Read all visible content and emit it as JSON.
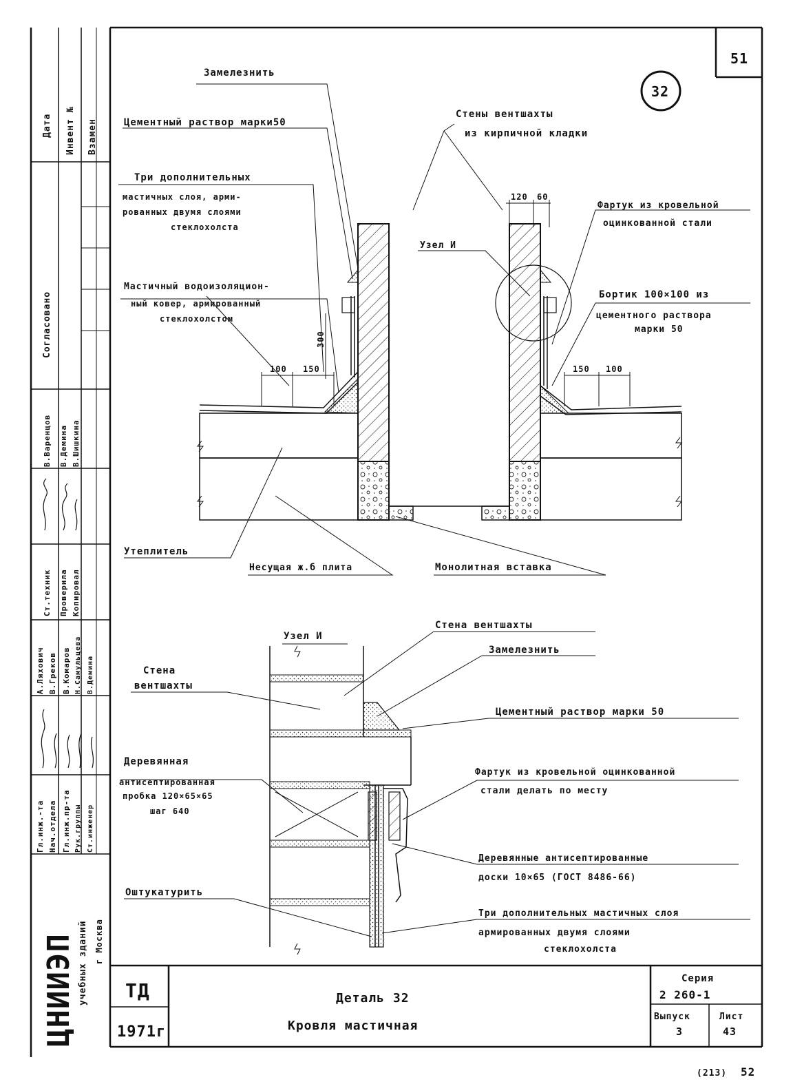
{
  "sheet": {
    "page_number": "51",
    "detail_circle": "32",
    "footer_left": "(213)",
    "footer_right": "52"
  },
  "title_block": {
    "td": "ТД",
    "year": "1971г",
    "title_line1": "Деталь 32",
    "title_line2": "Кровля мастичная",
    "series_label": "Серия",
    "series_value": "2 260-1",
    "issue_label": "Выпуск",
    "issue_value": "3",
    "sheet_label": "Лист",
    "sheet_value": "43"
  },
  "side_block": {
    "org_big": "ЦНИИЭП",
    "org_sub1": "учебных зданий",
    "org_sub2": "г Москва",
    "header_cols": [
      "Дата",
      "Инвент №",
      "Взамен"
    ],
    "agreed": "Согласовано",
    "roles": [
      "Гл.инж.-та",
      "Нач.отдела",
      "Гл.инж.пр-та",
      "Рук.группы",
      "Ст.инженер",
      "Ст.техник",
      "Проверила",
      "Копировал"
    ],
    "names": [
      "А.Ляхович",
      "В.Греков",
      "В.Комаров",
      "Н.Самульцева",
      "В.Демина",
      "В.Варенцов",
      "В.Демина",
      "В.Шишкина"
    ]
  },
  "main_view": {
    "label_zamelezn": "Замелезнить",
    "label_cement_top": "Цементный раствор марки50",
    "label_three_layers": [
      "Три дополнительных",
      "мастичных слоя, арми-",
      "рованных двумя слоями",
      "стеклохолста"
    ],
    "label_carpet": [
      "Мастичный водоизоляцион-",
      "ный ковер, армированный",
      "стеклохолстом"
    ],
    "label_walls": [
      "Стены вентшахты",
      "из кирпичной кладки"
    ],
    "label_node": "Узел И",
    "label_apron": [
      "Фартук из кровельной",
      "оцинкованной стали"
    ],
    "label_border": [
      "Бортик 100×100 из",
      "цементного раствора",
      "марки 50"
    ],
    "label_insulation": "Утеплитель",
    "label_slab": "Несущая ж.б плита",
    "label_monolith": "Монолитная вставка",
    "dims_left": [
      "100",
      "150",
      "300"
    ],
    "dims_right": [
      "150",
      "100"
    ],
    "dims_top": [
      "120",
      "60"
    ]
  },
  "node_view": {
    "title": "Узел И",
    "label_wall_vent": "Стена вентшахты",
    "label_zamelezn": "Замелезнить",
    "label_wall": [
      "Стена",
      "вентшахты"
    ],
    "label_cement": "Цементный раствор марки 50",
    "label_wood_plug": [
      "Деревянная",
      "антисептированная",
      "пробка 120×65×65",
      "шаг 640"
    ],
    "label_apron": [
      "Фартук из кровельной оцинкованной",
      "стали делать по месту"
    ],
    "label_boards": [
      "Деревянные антисептированные",
      "доски 10×65 (ГОСТ 8486-66)"
    ],
    "label_plaster": "Оштукатурить",
    "label_layers": [
      "Три дополнительных мастичных слоя",
      "армированных двумя слоями",
      "стеклохолста"
    ]
  }
}
